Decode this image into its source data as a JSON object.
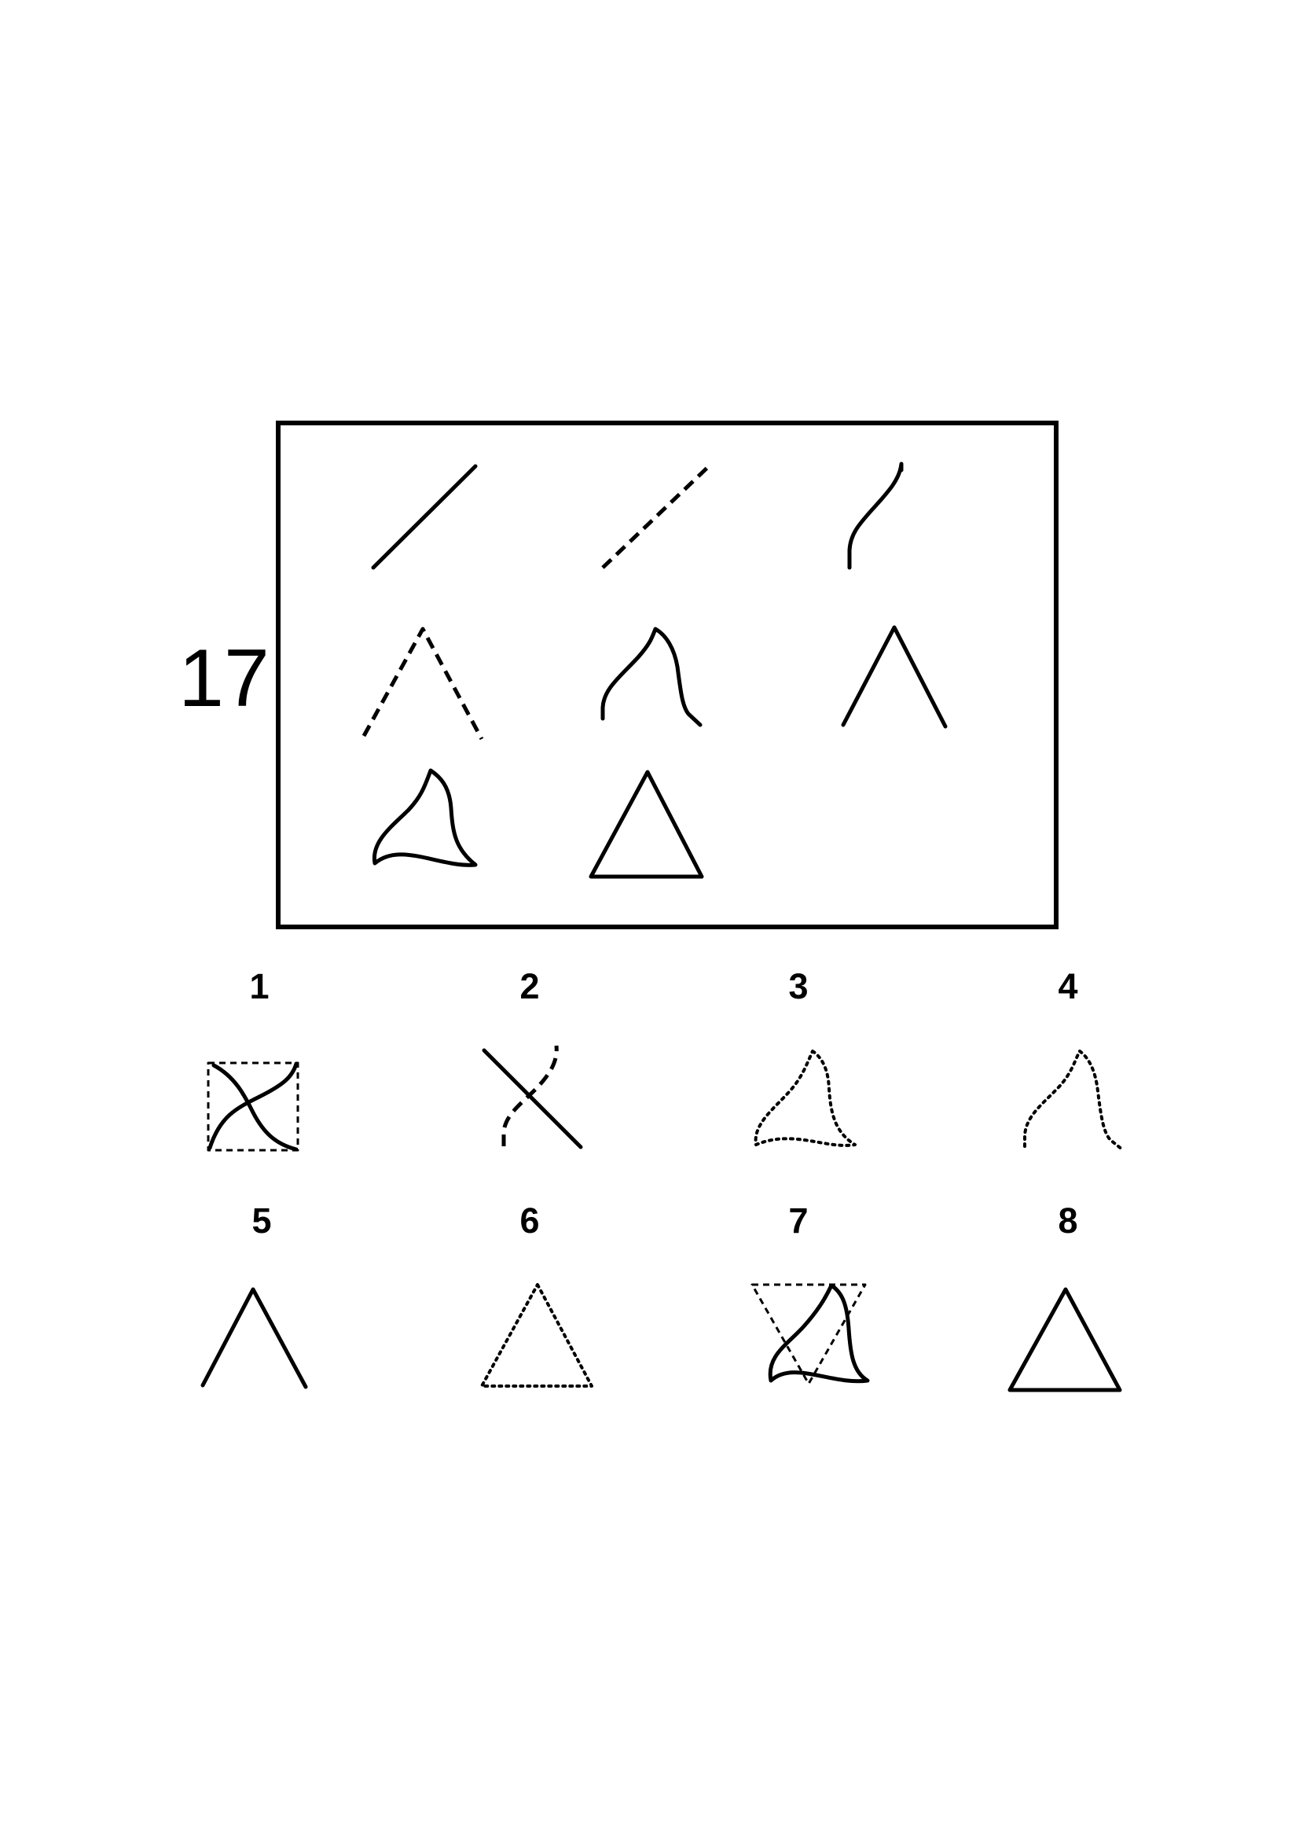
{
  "question": {
    "number": "17"
  },
  "options": [
    {
      "label": "1"
    },
    {
      "label": "2"
    },
    {
      "label": "3"
    },
    {
      "label": "4"
    },
    {
      "label": "5"
    },
    {
      "label": "6"
    },
    {
      "label": "7"
    },
    {
      "label": "8"
    }
  ],
  "colors": {
    "ink": "#000000",
    "background": "#ffffff"
  }
}
